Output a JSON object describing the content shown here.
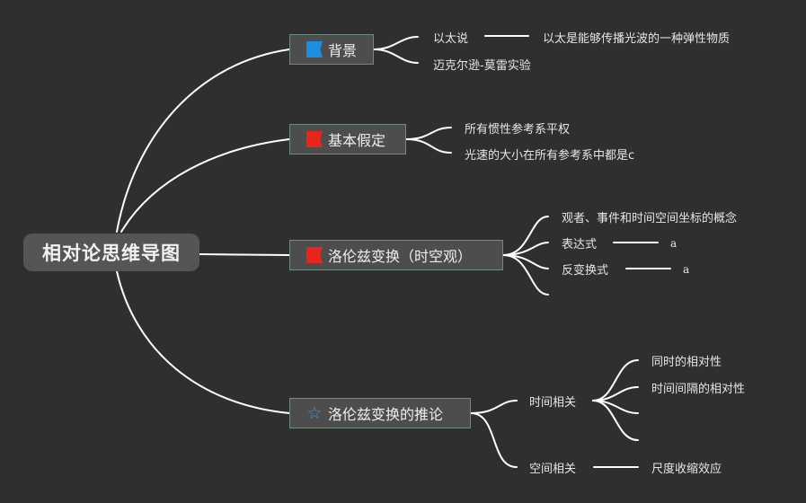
{
  "root": {
    "title": "相对论思维导图"
  },
  "branches": {
    "background": {
      "label": "背景"
    },
    "assumptions": {
      "label": "基本假定"
    },
    "lorentz": {
      "label": "洛伦兹变换（时空观）"
    },
    "inference": {
      "label": "洛伦兹变换的推论"
    }
  },
  "leaves": {
    "ether_theory": "以太说",
    "ether_desc": "以太是能够传播光波的一种弹性物质",
    "michelson": "迈克尔逊-莫雷实验",
    "inertial_frames": "所有惯性参考系平权",
    "light_speed": "光速的大小在所有参考系中都是c",
    "observer": "观者、事件和时间空间坐标的概念",
    "expression": "表达式",
    "expression_val": "a",
    "inverse": "反变换式",
    "inverse_val": "a",
    "time_related": "时间相关",
    "simultaneity": "同时的相对性",
    "interval": "时间间隔的相对性",
    "space_related": "空间相关",
    "length_contraction": "尺度收缩效应"
  },
  "icons": {
    "background": "blue-flag-icon",
    "assumptions": "red-flag-icon",
    "lorentz": "red-flag-icon",
    "inference": "star-outline-icon"
  },
  "colors": {
    "background": "#2f2f2f",
    "node_fill": "#4d4d4d",
    "node_border": "#6e8a7d",
    "line": "#ffffff",
    "flag_blue": "#1e8fe0",
    "flag_red": "#e8241d",
    "star": "#2b9bf0"
  }
}
